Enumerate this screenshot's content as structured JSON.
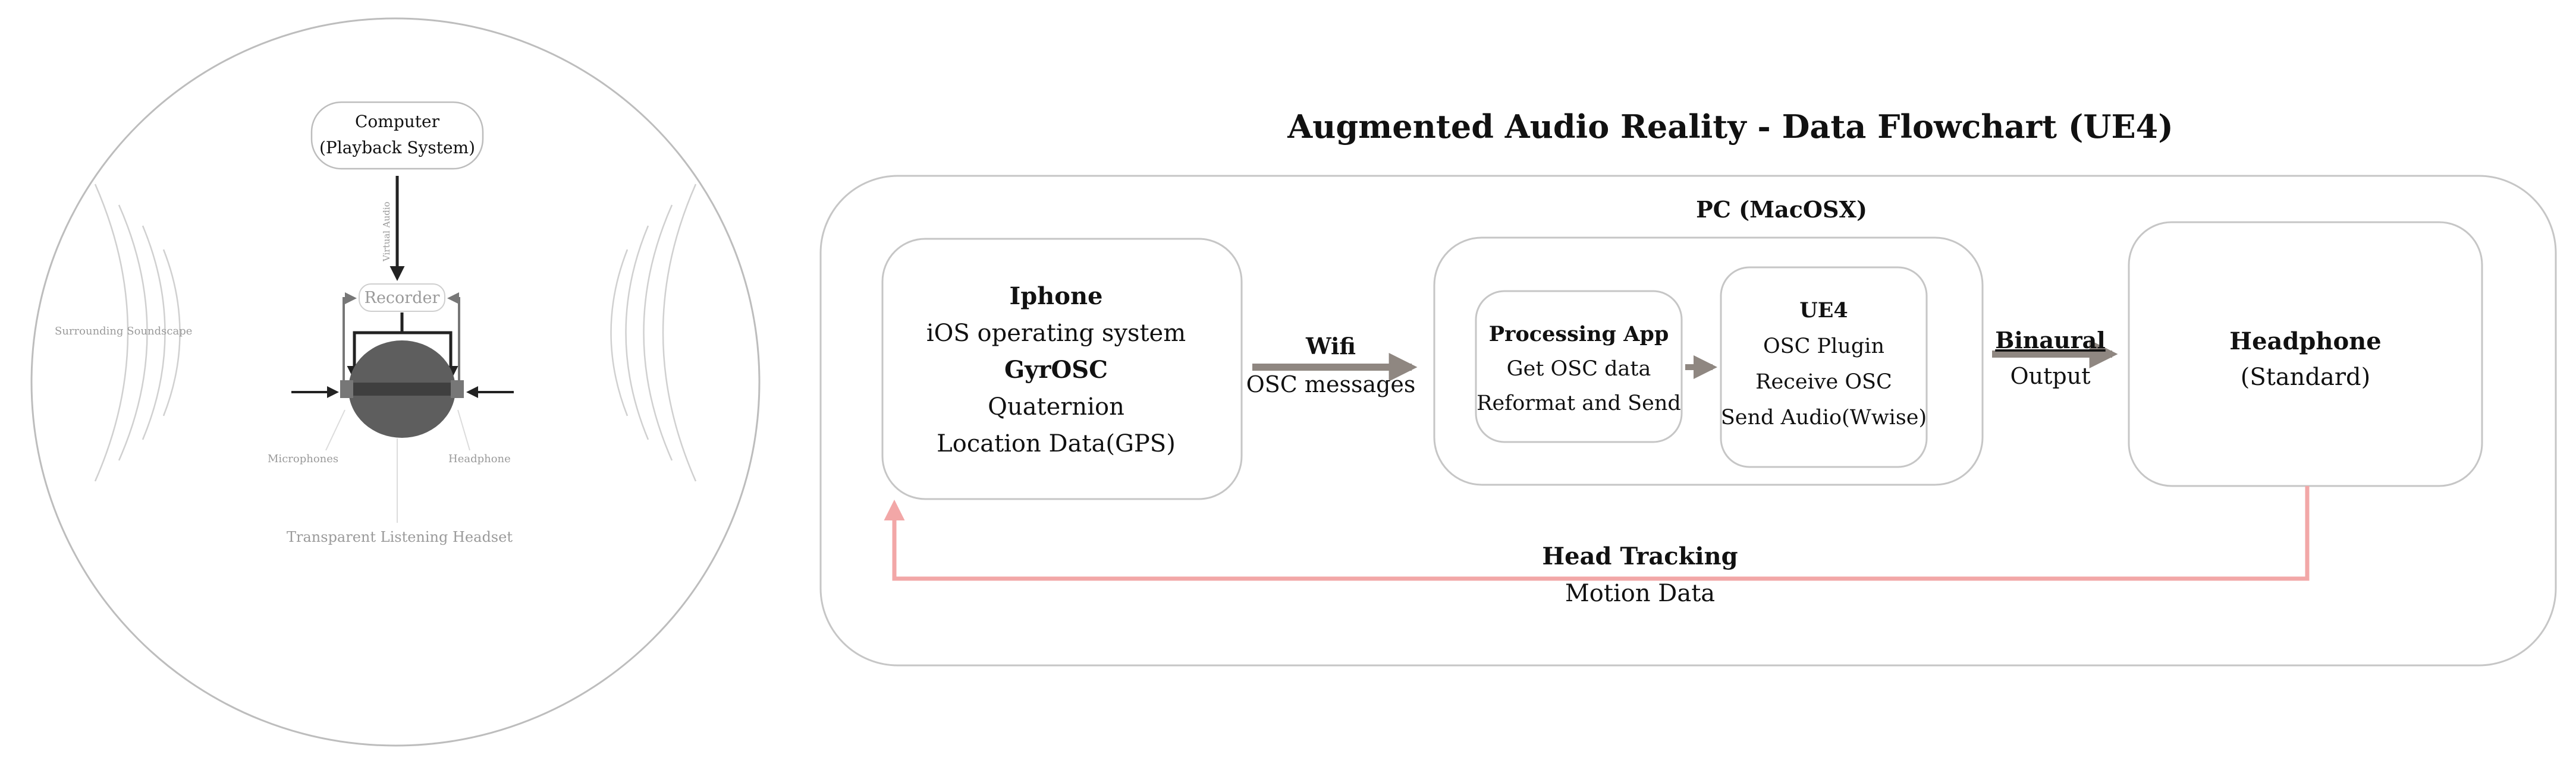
{
  "left_panel": {
    "computer": {
      "line1": "Computer",
      "line2": "(Playback System)"
    },
    "virtual_audio_label": "Virtual Audio",
    "recorder_label": "Recorder",
    "surrounding_label": "Surrounding Soundscape",
    "microphones_label": "Microphones",
    "headphone_label": "Headphone",
    "headset_label": "Transparent Listening Headset"
  },
  "flowchart": {
    "title": "Augmented Audio Reality - Data Flowchart (UE4)",
    "pc_label": "PC (MacOSX)",
    "iphone": {
      "title": "Iphone",
      "line1": "iOS operating system",
      "line2": "GyrOSC",
      "line3": "Quaternion",
      "line4": "Location Data(GPS)"
    },
    "wifi": {
      "title": "Wifi",
      "sub": "OSC messages"
    },
    "processing": {
      "title": "Processing App",
      "line1": "Get OSC data",
      "line2": "Reformat and Send"
    },
    "ue4": {
      "title": "UE4",
      "line1": "OSC Plugin",
      "line2": "Receive OSC",
      "line3": "Send Audio(Wwise)"
    },
    "binaural": {
      "title": "Binaural",
      "sub": "Output"
    },
    "headphone": {
      "title": "Headphone",
      "sub": "(Standard)"
    },
    "head_tracking": {
      "title": "Head Tracking",
      "sub": "Motion Data"
    }
  },
  "colors": {
    "arrow_grey": "#8f8781",
    "tracking_pink": "#f2a7a7",
    "box_stroke": "#bdbdbd",
    "dark_grey": "#5a5a5a"
  }
}
